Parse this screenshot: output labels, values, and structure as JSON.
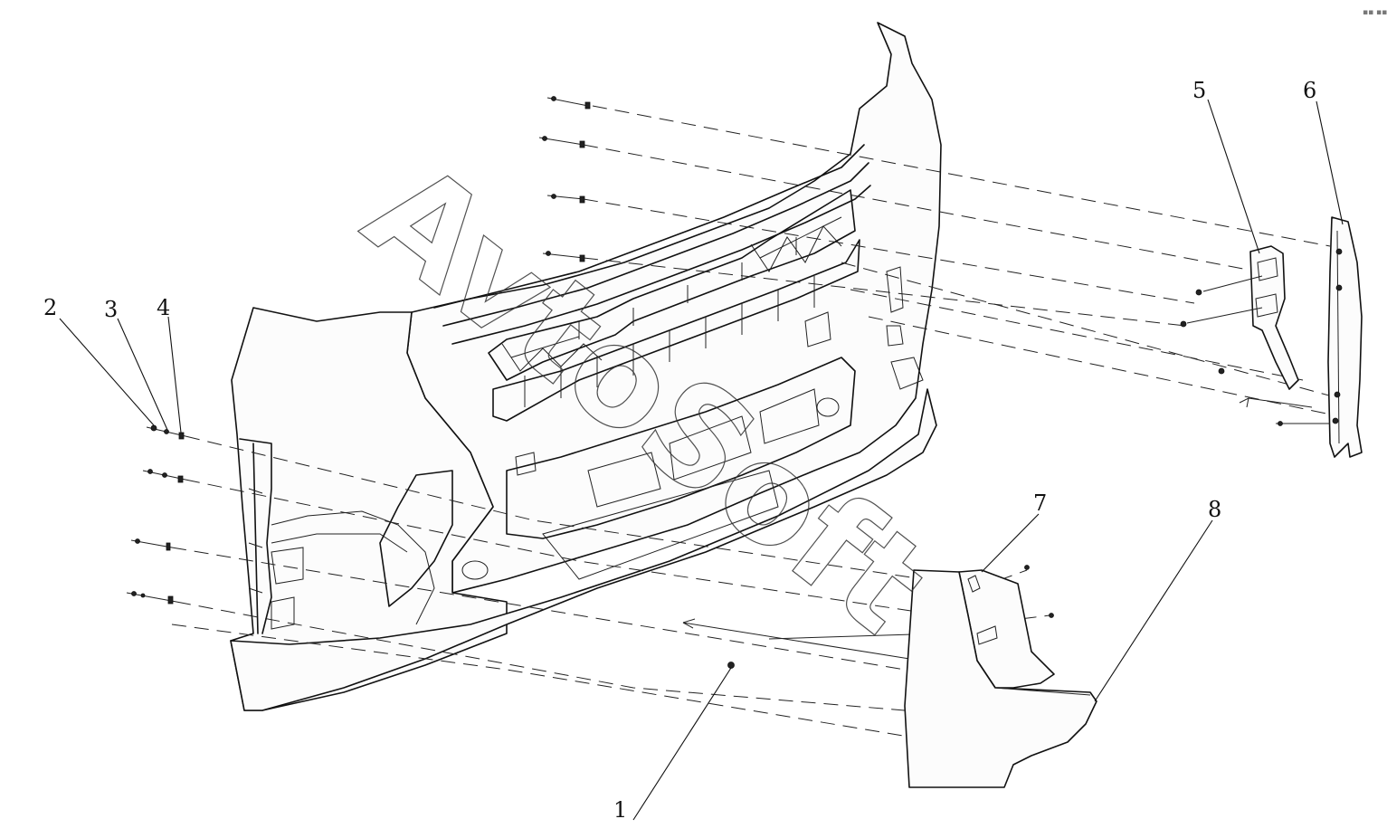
{
  "diagram": {
    "callouts": [
      {
        "id": "1",
        "label": "1"
      },
      {
        "id": "2",
        "label": "2"
      },
      {
        "id": "3",
        "label": "3"
      },
      {
        "id": "4",
        "label": "4"
      },
      {
        "id": "5",
        "label": "5"
      },
      {
        "id": "6",
        "label": "6"
      },
      {
        "id": "7",
        "label": "7"
      },
      {
        "id": "8",
        "label": "8"
      }
    ],
    "watermark": "AvtoSoft",
    "corner_mark": "▪▪ ▪▪▪"
  },
  "colors": {
    "line": "#111111",
    "background": "#ffffff"
  }
}
